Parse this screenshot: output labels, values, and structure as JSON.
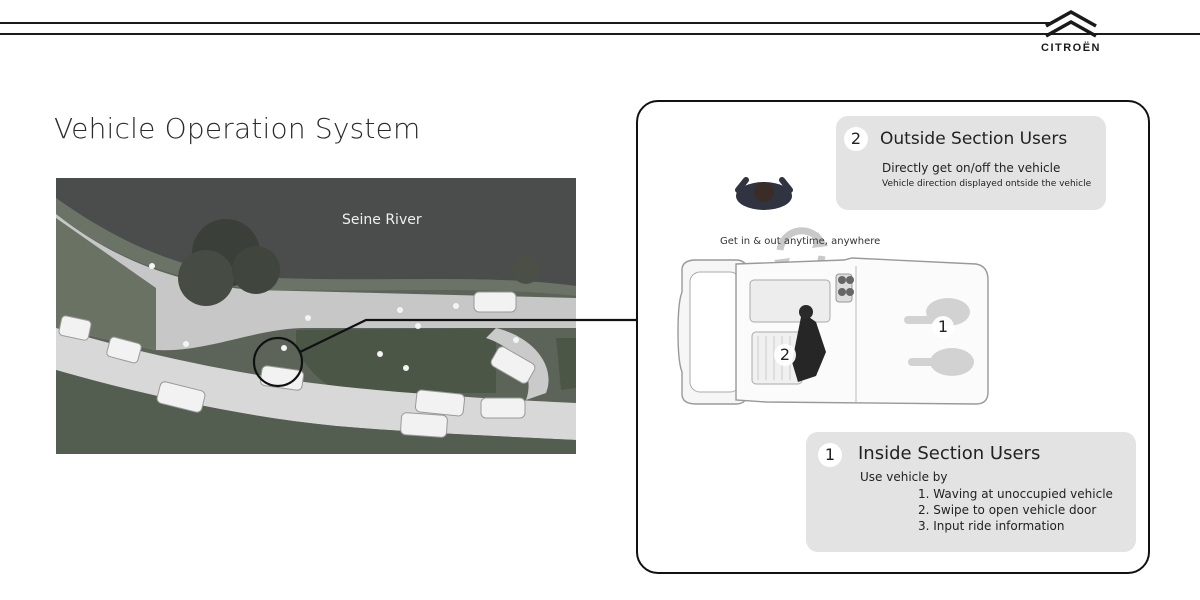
{
  "brand": {
    "name": "CITROËN"
  },
  "slide": {
    "title": "Vehicle Operation System"
  },
  "map": {
    "river_label": "Seine River"
  },
  "detail": {
    "get_in_label": "Get in & out anytime, anywhere",
    "outside": {
      "number": "2",
      "title": "Outside Section Users",
      "line1": "Directly get on/off the vehicle",
      "line2": "Vehicle direction displayed ontside the vehicle"
    },
    "inside": {
      "number": "1",
      "title": "Inside Section Users",
      "intro": "Use vehicle by",
      "steps": [
        "1. Waving at unoccupied vehicle",
        "2. Swipe to open vehicle door",
        "3. Input ride information"
      ]
    },
    "markers": {
      "inside": "1",
      "outside": "2"
    }
  },
  "colors": {
    "rule": "#1a1a1a",
    "callout_bg": "#e3e3e3",
    "river": "#4a4d4c",
    "grass": "#4f5a4a",
    "path": "#c9cac9"
  }
}
